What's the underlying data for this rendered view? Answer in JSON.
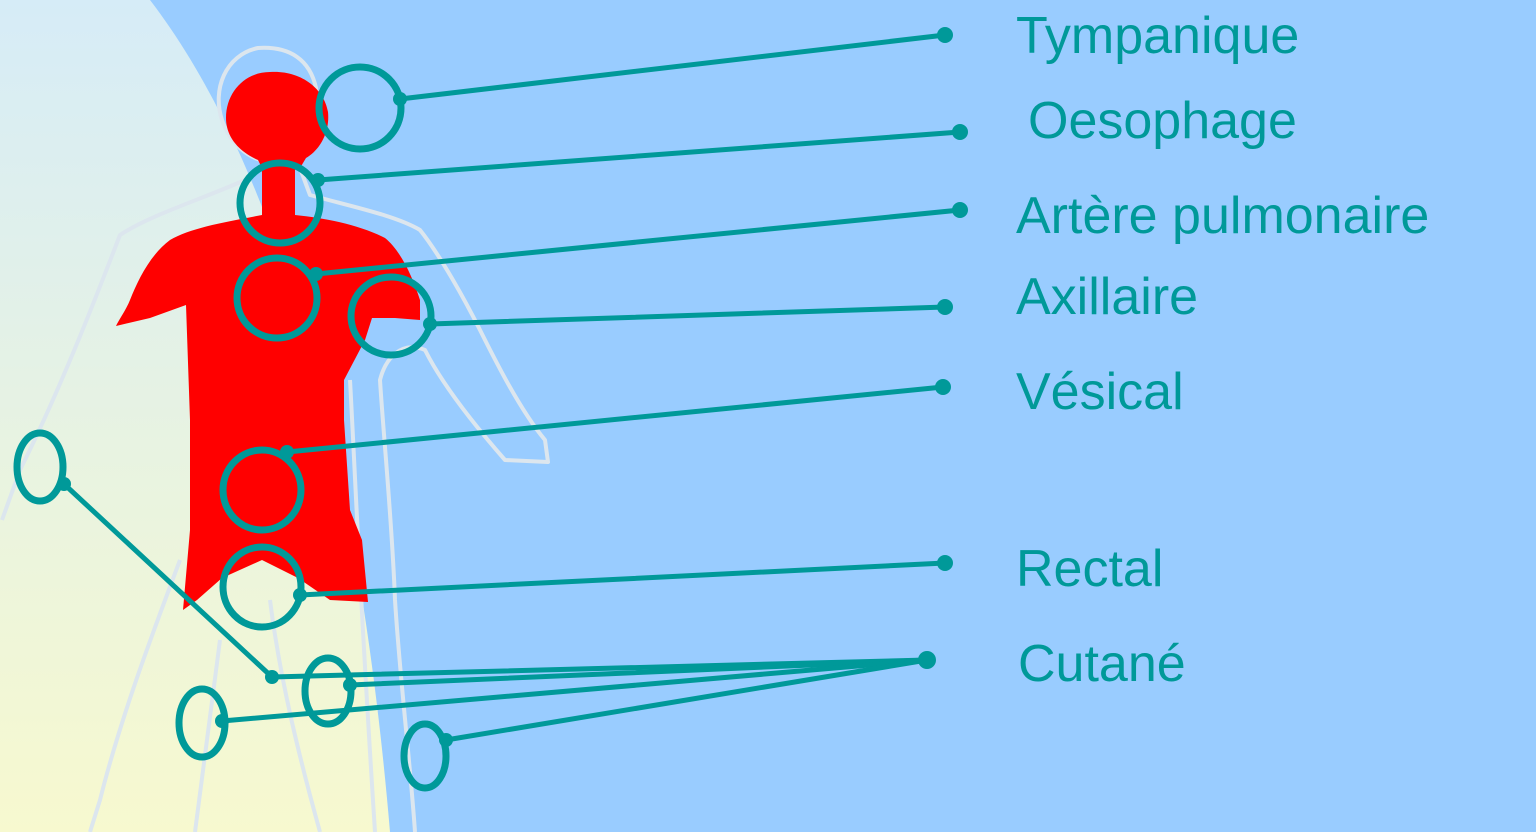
{
  "colors": {
    "background": "#99CCFF",
    "left_panel_top": "#D6ECF7",
    "left_panel_bottom": "#F7F9CF",
    "body_fill": "#FF0000",
    "outline": "#DCE6EE",
    "line": "#009999",
    "label_text": "#009999"
  },
  "labels": [
    {
      "id": "tympanique",
      "text": "Tympanique"
    },
    {
      "id": "oesophage",
      "text": "Oesophage"
    },
    {
      "id": "artere-pulmonaire",
      "text": "Artère pulmonaire"
    },
    {
      "id": "axillaire",
      "text": "Axillaire"
    },
    {
      "id": "vesical",
      "text": "Vésical"
    },
    {
      "id": "rectal",
      "text": "Rectal"
    },
    {
      "id": "cutane",
      "text": "Cutané"
    }
  ]
}
